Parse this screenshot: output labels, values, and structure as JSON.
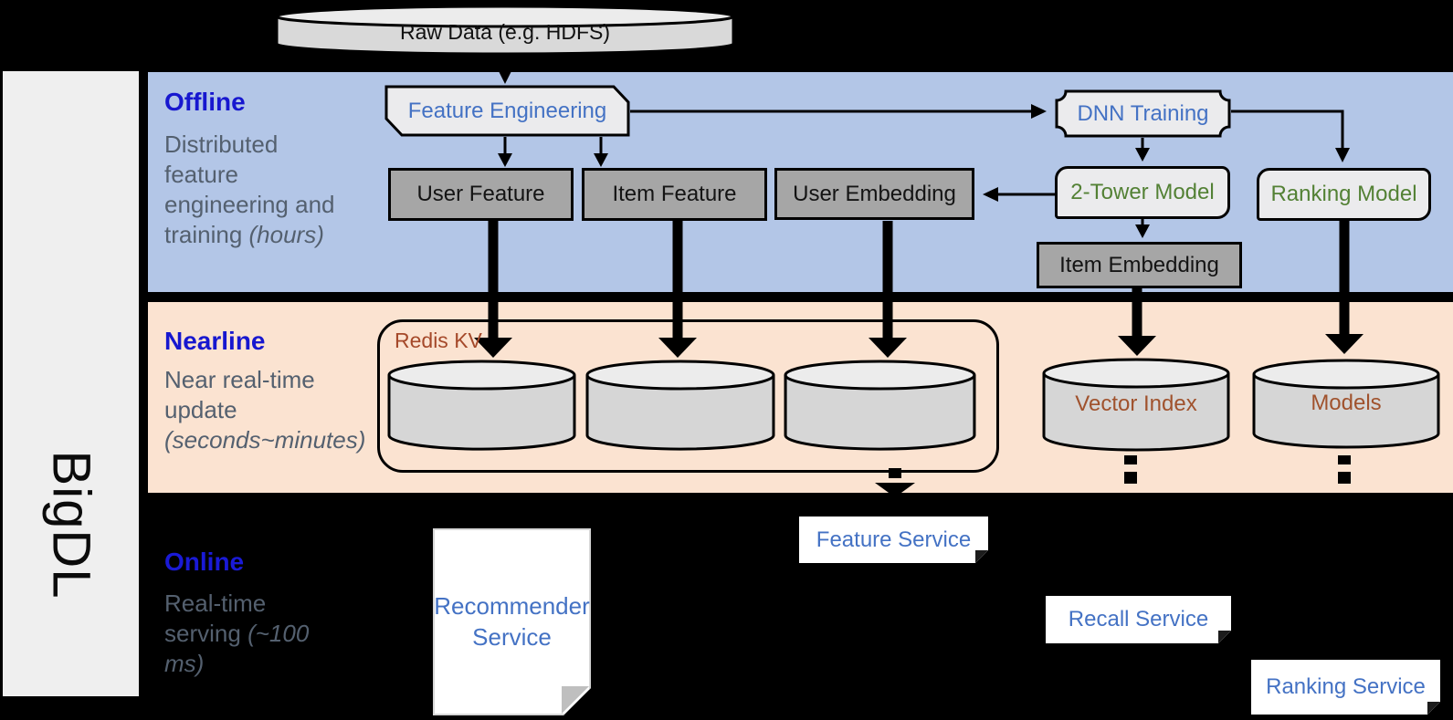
{
  "brand": "BigDL",
  "source_cylinder": {
    "label": "Raw Data (e.g. HDFS)"
  },
  "sections": {
    "offline": {
      "title": "Offline",
      "description": "Distributed feature engineering and training",
      "duration": "(hours)"
    },
    "nearline": {
      "title": "Nearline",
      "description": "Near real-time update",
      "duration": "(seconds~minutes)"
    },
    "online": {
      "title": "Online",
      "description": "Real-time serving",
      "duration": "(~100 ms)"
    }
  },
  "offline_nodes": {
    "feature_engineering": {
      "label": "Feature Engineering"
    },
    "dnn_training": {
      "label": "DNN Training"
    },
    "user_feature": {
      "label": "User Feature"
    },
    "item_feature": {
      "label": "Item Feature"
    },
    "user_embedding": {
      "label": "User Embedding"
    },
    "two_tower_model": {
      "label": "2-Tower Model"
    },
    "ranking_model": {
      "label": "Ranking Model"
    },
    "item_embedding": {
      "label": "Item Embedding"
    }
  },
  "nearline_nodes": {
    "redis_kv": {
      "label": "Redis KV"
    },
    "vector_index": {
      "label": "Vector Index"
    },
    "models": {
      "label": "Models"
    }
  },
  "online_nodes": {
    "recommender_service": {
      "label": "Recommender Service"
    },
    "feature_service": {
      "label": "Feature Service"
    },
    "recall_service": {
      "label": "Recall Service"
    },
    "ranking_service": {
      "label": "Ranking Service"
    }
  },
  "colors": {
    "offline_band": "#b3c6e7",
    "nearline_band": "#fbe3d1",
    "section_title_blue": "#1717cf",
    "section_body_gray": "#54606f",
    "process_text_blue": "#4472c4",
    "model_text_green": "#538135",
    "storage_text_brown": "#a0522d",
    "feature_box_gray": "#a6a6a6"
  }
}
